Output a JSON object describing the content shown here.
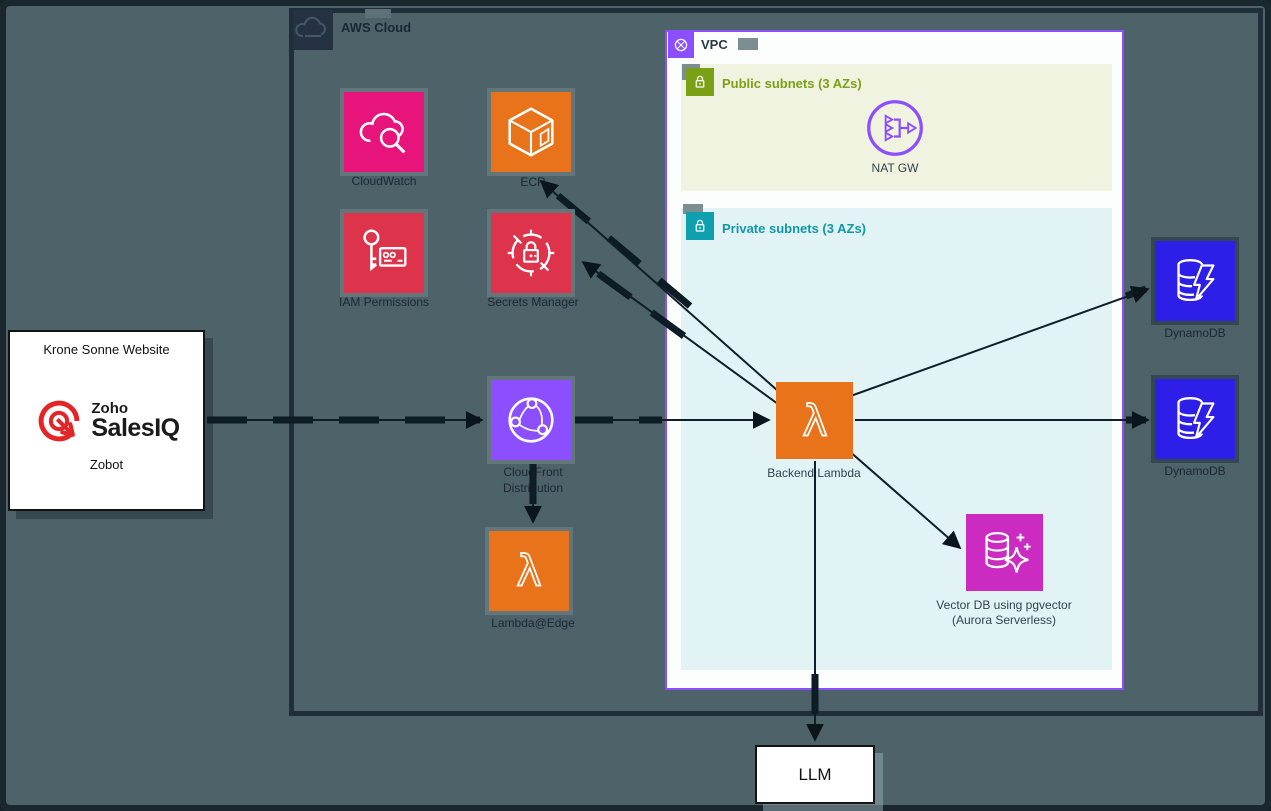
{
  "diagram": {
    "outer_cloud": {
      "label": "AWS Cloud"
    },
    "vpc": {
      "label": "VPC",
      "border_color": "#8c4fff"
    },
    "public_subnet": {
      "label": "Public subnets (3 AZs)",
      "color": "#7aa116",
      "nat_gateway_label": "NAT GW"
    },
    "private_subnet": {
      "label": "Private subnets (3 AZs)",
      "color": "#0e98a8",
      "backend_lambda_label": "Backend Lambda",
      "vector_db_label_line1": "Vector DB using pgvector",
      "vector_db_label_line2": "(Aurora Serverless)"
    },
    "external": {
      "website_title": "Krone Sonne Website",
      "zoho_brand_top": "Zoho",
      "zoho_brand_bottom": "SalesIQ",
      "zobot_label": "Zobot",
      "llm_label": "LLM"
    },
    "services": {
      "cloudwatch_label": "CloudWatch",
      "ecr_label": "ECR",
      "iam_label": "IAM Permissions",
      "secrets_manager_label": "Secrets Manager",
      "cloudfront_label_line1": "CloudFront",
      "cloudfront_label_line2": "Distribution",
      "edge_lambda_label": "Lambda@Edge",
      "dynamodb_1_label": "DynamoDB",
      "dynamodb_2_label": "DynamoDB"
    },
    "colors": {
      "canvas_bg": "#4d6269",
      "outer_border": "#1f2e38",
      "vpc_purple": "#8c4fff",
      "public_bg": "#f1f3e1",
      "private_bg": "#e2f3f5",
      "cloudwatch_pink": "#e7157b",
      "security_red": "#dd344c",
      "lambda_orange": "#e8731a",
      "dynamodb_blue": "#2d1fe8",
      "vector_magenta": "#cb2bc0",
      "connector_dark": "#0d1c24"
    }
  }
}
